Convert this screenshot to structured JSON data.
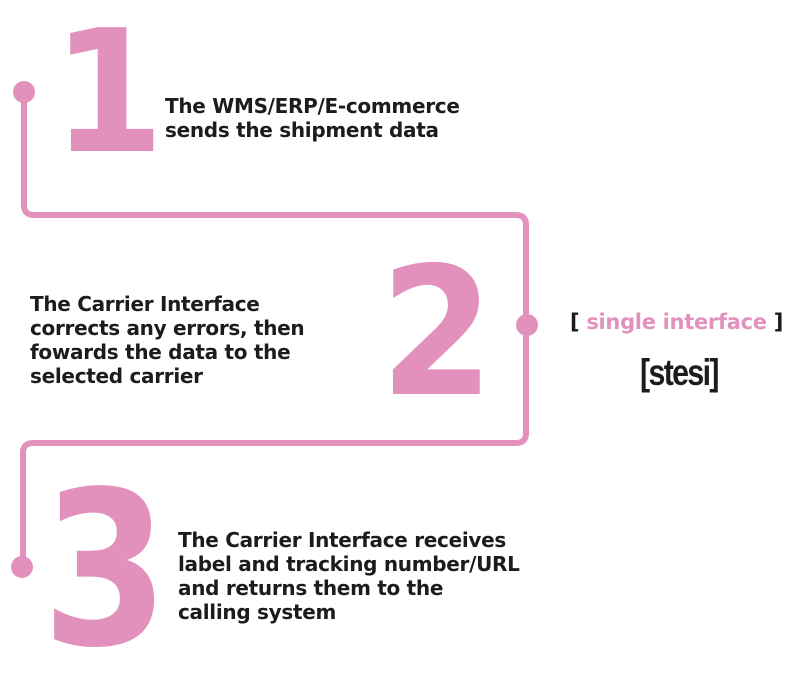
{
  "colors": {
    "accent": "#e291bd",
    "text": "#1c1c1c",
    "background": "#ffffff"
  },
  "steps": [
    {
      "number": "1",
      "lines": [
        "The WMS/ERP/E-commerce",
        "sends the shipment data"
      ]
    },
    {
      "number": "2",
      "lines": [
        "The Carrier Interface",
        "corrects any errors, then",
        "fowards the data to the",
        "selected carrier"
      ]
    },
    {
      "number": "3",
      "lines": [
        "The Carrier Interface receives",
        "label and tracking number/URL",
        "and returns them to the",
        "calling system"
      ]
    }
  ],
  "tagline": {
    "open_bracket": "[",
    "label": "single interface",
    "close_bracket": "]"
  },
  "brand": {
    "logo_text": "[stesi]"
  }
}
